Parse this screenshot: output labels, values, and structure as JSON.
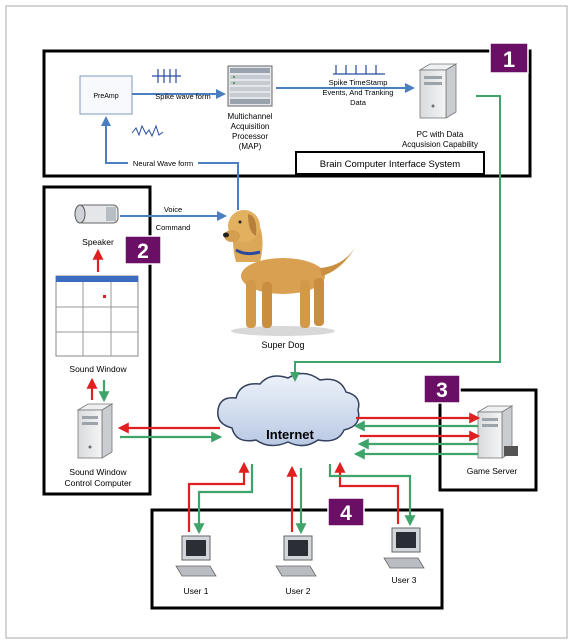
{
  "section1": {
    "number": "1",
    "preamp": "PreAmp",
    "spike_wave": "Spike wave form",
    "map": [
      "Multichannel",
      "Acquisition",
      "Processor",
      "(MAP)"
    ],
    "spike_data": [
      "Spike TimeStamp",
      "Events, And Tranking",
      "Data"
    ],
    "pc": [
      "PC with Data",
      "Acqusision Capability"
    ],
    "neural_wave": "Neural Wave form",
    "system_title": "Brain Computer Interface System"
  },
  "section2": {
    "number": "2",
    "voice": [
      "Voice",
      "Command"
    ],
    "speaker": "Speaker",
    "sound_window": "Sound Window",
    "control_computer": [
      "Sound Window",
      "Control Computer"
    ]
  },
  "dog": "Super Dog",
  "internet": "Internet",
  "section3": {
    "number": "3",
    "game_server": "Game Server"
  },
  "section4": {
    "number": "4",
    "users": [
      "User 1",
      "User 2",
      "User 3"
    ]
  },
  "colors": {
    "badge": "#6b0f66",
    "red_arrow": "#e02020",
    "green_arrow": "#3fa46a",
    "blue_arrow": "#4a7fc0"
  }
}
